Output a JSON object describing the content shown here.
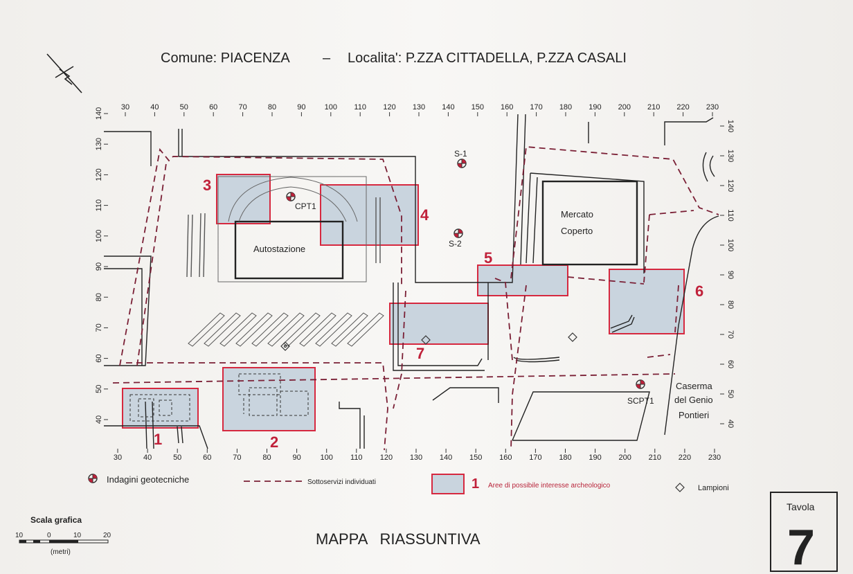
{
  "header": {
    "comune": "Comune: PIACENZA",
    "dash": "–",
    "localita": "Localita': P.ZZA CITTADELLA, P.ZZA CASALI"
  },
  "axes": {
    "x_ticks": [
      "30",
      "40",
      "50",
      "60",
      "70",
      "80",
      "90",
      "100",
      "110",
      "120",
      "130",
      "140",
      "150",
      "160",
      "170",
      "180",
      "190",
      "200",
      "210",
      "220",
      "230"
    ],
    "y_ticks": [
      "40",
      "50",
      "60",
      "70",
      "80",
      "90",
      "100",
      "110",
      "120",
      "130",
      "140"
    ],
    "unit": "metri"
  },
  "map": {
    "buildings": {
      "autostazione": "Autostazione",
      "mercato_line1": "Mercato",
      "mercato_line2": "Coperto",
      "caserma_line1": "Caserma",
      "caserma_line2": "del Genio",
      "caserma_line3": "Pontieri"
    },
    "survey_points": [
      "S-1",
      "CPT1",
      "S-2",
      "SCPT1"
    ],
    "areas": [
      "1",
      "2",
      "3",
      "4",
      "5",
      "6",
      "7"
    ],
    "colors": {
      "area_fill": "#c9d4de",
      "area_stroke": "#d6283f",
      "utility_line": "#7a1f35",
      "base_line": "#222222"
    }
  },
  "legend": {
    "geotech": "Indagini geotecniche",
    "utilities": "Sottoservizi individuati",
    "area_number": "1",
    "areas": "Aree di possibile interesse archeologico",
    "lamps": "Lampioni"
  },
  "scale": {
    "title": "Scala grafica",
    "labels": [
      "10",
      "0",
      "10",
      "20"
    ],
    "unit": "(metri)"
  },
  "footer": {
    "title": "MAPPA   RIASSUNTIVA",
    "tavola_label": "Tavola",
    "tavola_number": "7"
  }
}
